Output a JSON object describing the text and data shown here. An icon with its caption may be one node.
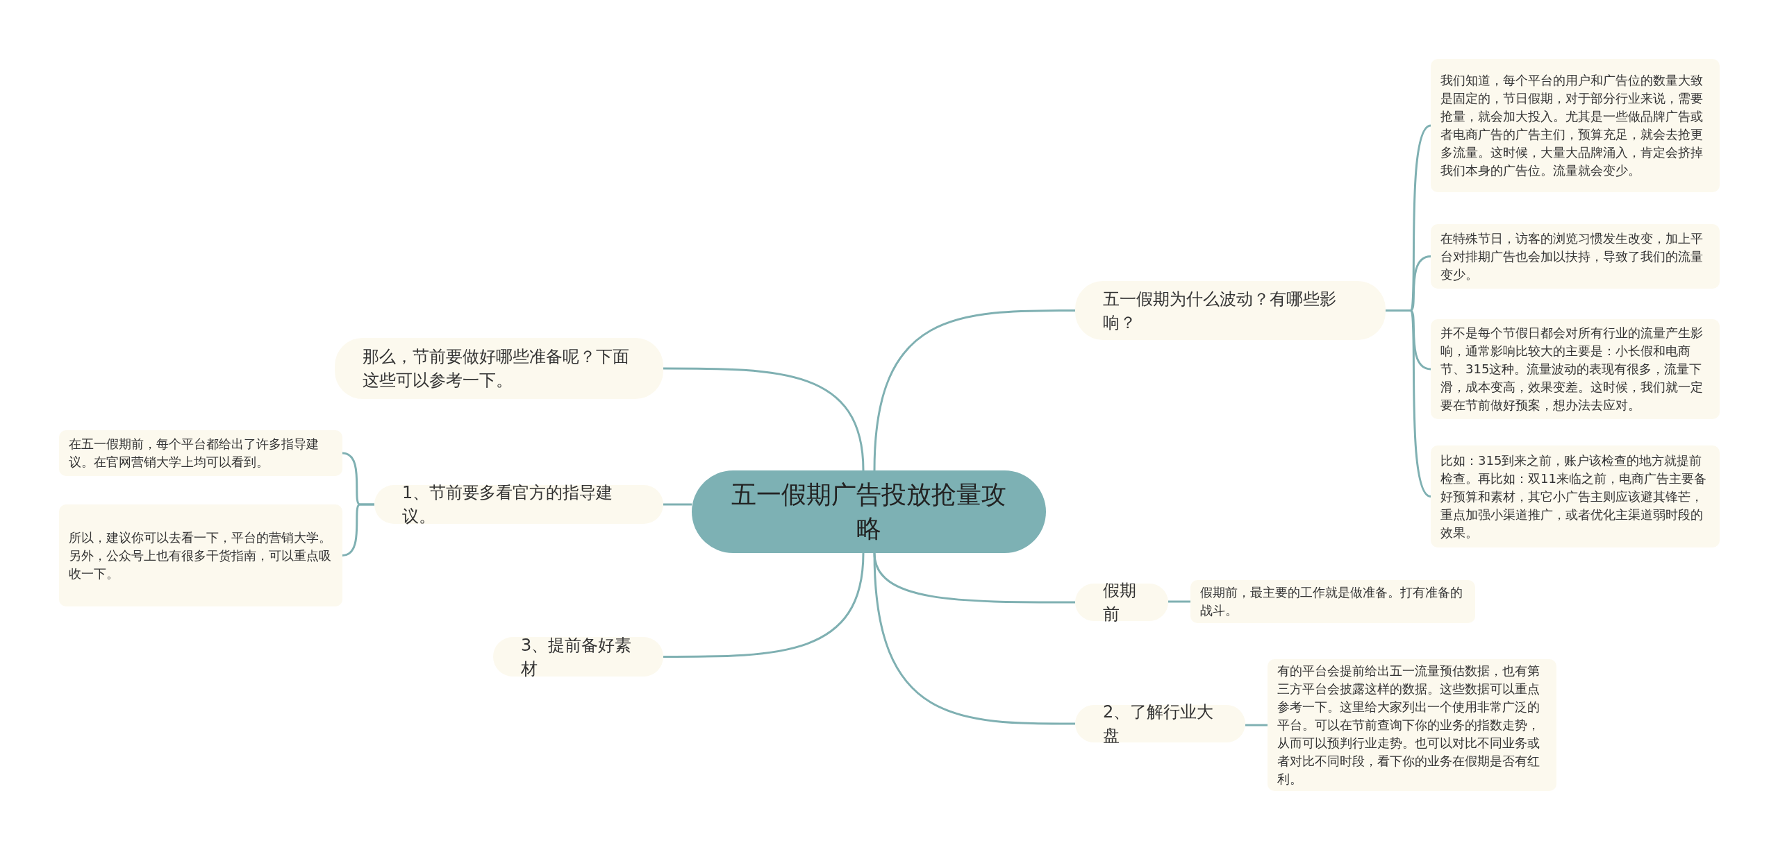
{
  "diagram": {
    "nodes": [
      {
        "text": [
          "五一假期广告投放抢量攻略"
        ]
      },
      {
        "text": [
          "五一假期为什么波动？有哪些影响？"
        ]
      },
      {
        "text": [
          "我们知道，每个平台的用户和广告位的数量大致是固定的，节日假期，对于部分行业来说，需要抢量，就会加大投入。尤其是一些做品牌广告或者电商广告的广告主们，预算充足，就会去抢更多流量。这时候，大量大品牌涌入，肯定会挤掉我们本身的广告位。流量就会变少。"
        ]
      },
      {
        "text": [
          "在特殊节日，访客的浏览习惯发生改变，加上平台对排期广告也会加以扶持，导致了我们的流量变少。"
        ]
      },
      {
        "text": [
          "并不是每个节假日都会对所有行业的流量产生影响，通常影响比较大的主要是：小长假和电商节、315这种。流量波动的表现有很多，流量下滑，成本变高，效果变差。这时候，我们就一定要在节前做好预案，想办法去应对。"
        ]
      },
      {
        "text": [
          "比如：315到来之前，账户该检查的地方就提前检查。再比如：双11来临之前，电商广告主要备好预算和素材，其它小广告主则应该避其锋芒，重点加强小渠道推广，或者优化主渠道弱时段的效果。"
        ]
      },
      {
        "text": [
          "假期前"
        ]
      },
      {
        "text": [
          "假期前，最主要的工作就是做准备。打有准备的战斗。"
        ]
      },
      {
        "text": [
          "2、了解行业大盘"
        ]
      },
      {
        "text": [
          "有的平台会提前给出五一流量预估数据，也有第三方平台会披露这样的数据。这些数据可以重点参考一下。这里给大家列出一个使用非常广泛的平台。可以在节前查询下你的业务的指数走势，从而可以预判行业走势。也可以对比不同业务或者对比不同时段，看下你的业务在假期是否有红利。"
        ]
      },
      {
        "text": [
          "那么，节前要做好哪些准备呢？下面这些可以参考一下。"
        ]
      },
      {
        "text": [
          "1、节前要多看官方的指导建议。"
        ]
      },
      {
        "text": [
          "在五一假期前，每个平台都给出了许多指导建议。在官网营销大学上均可以看到。"
        ]
      },
      {
        "text": [
          "所以，建议你可以去看一下，平台的营销大学。另外，公众号上也有很多干货指南，可以重点吸收一下。"
        ]
      },
      {
        "text": [
          "3、提前备好素材"
        ]
      }
    ],
    "edges": [
      {
        "from": 0,
        "to": 1,
        "arrow": "none"
      },
      {
        "from": 1,
        "to": 2,
        "arrow": "none"
      },
      {
        "from": 1,
        "to": 3,
        "arrow": "none"
      },
      {
        "from": 1,
        "to": 4,
        "arrow": "none"
      },
      {
        "from": 1,
        "to": 5,
        "arrow": "none"
      },
      {
        "from": 0,
        "to": 6,
        "arrow": "none"
      },
      {
        "from": 6,
        "to": 7,
        "arrow": "none"
      },
      {
        "from": 0,
        "to": 8,
        "arrow": "none"
      },
      {
        "from": 8,
        "to": 9,
        "arrow": "none"
      },
      {
        "from": 0,
        "to": 10,
        "arrow": "none"
      },
      {
        "from": 0,
        "to": 11,
        "arrow": "none"
      },
      {
        "from": 11,
        "to": 12,
        "arrow": "none"
      },
      {
        "from": 11,
        "to": 13,
        "arrow": "none"
      },
      {
        "from": 0,
        "to": 14,
        "arrow": "none"
      }
    ]
  }
}
